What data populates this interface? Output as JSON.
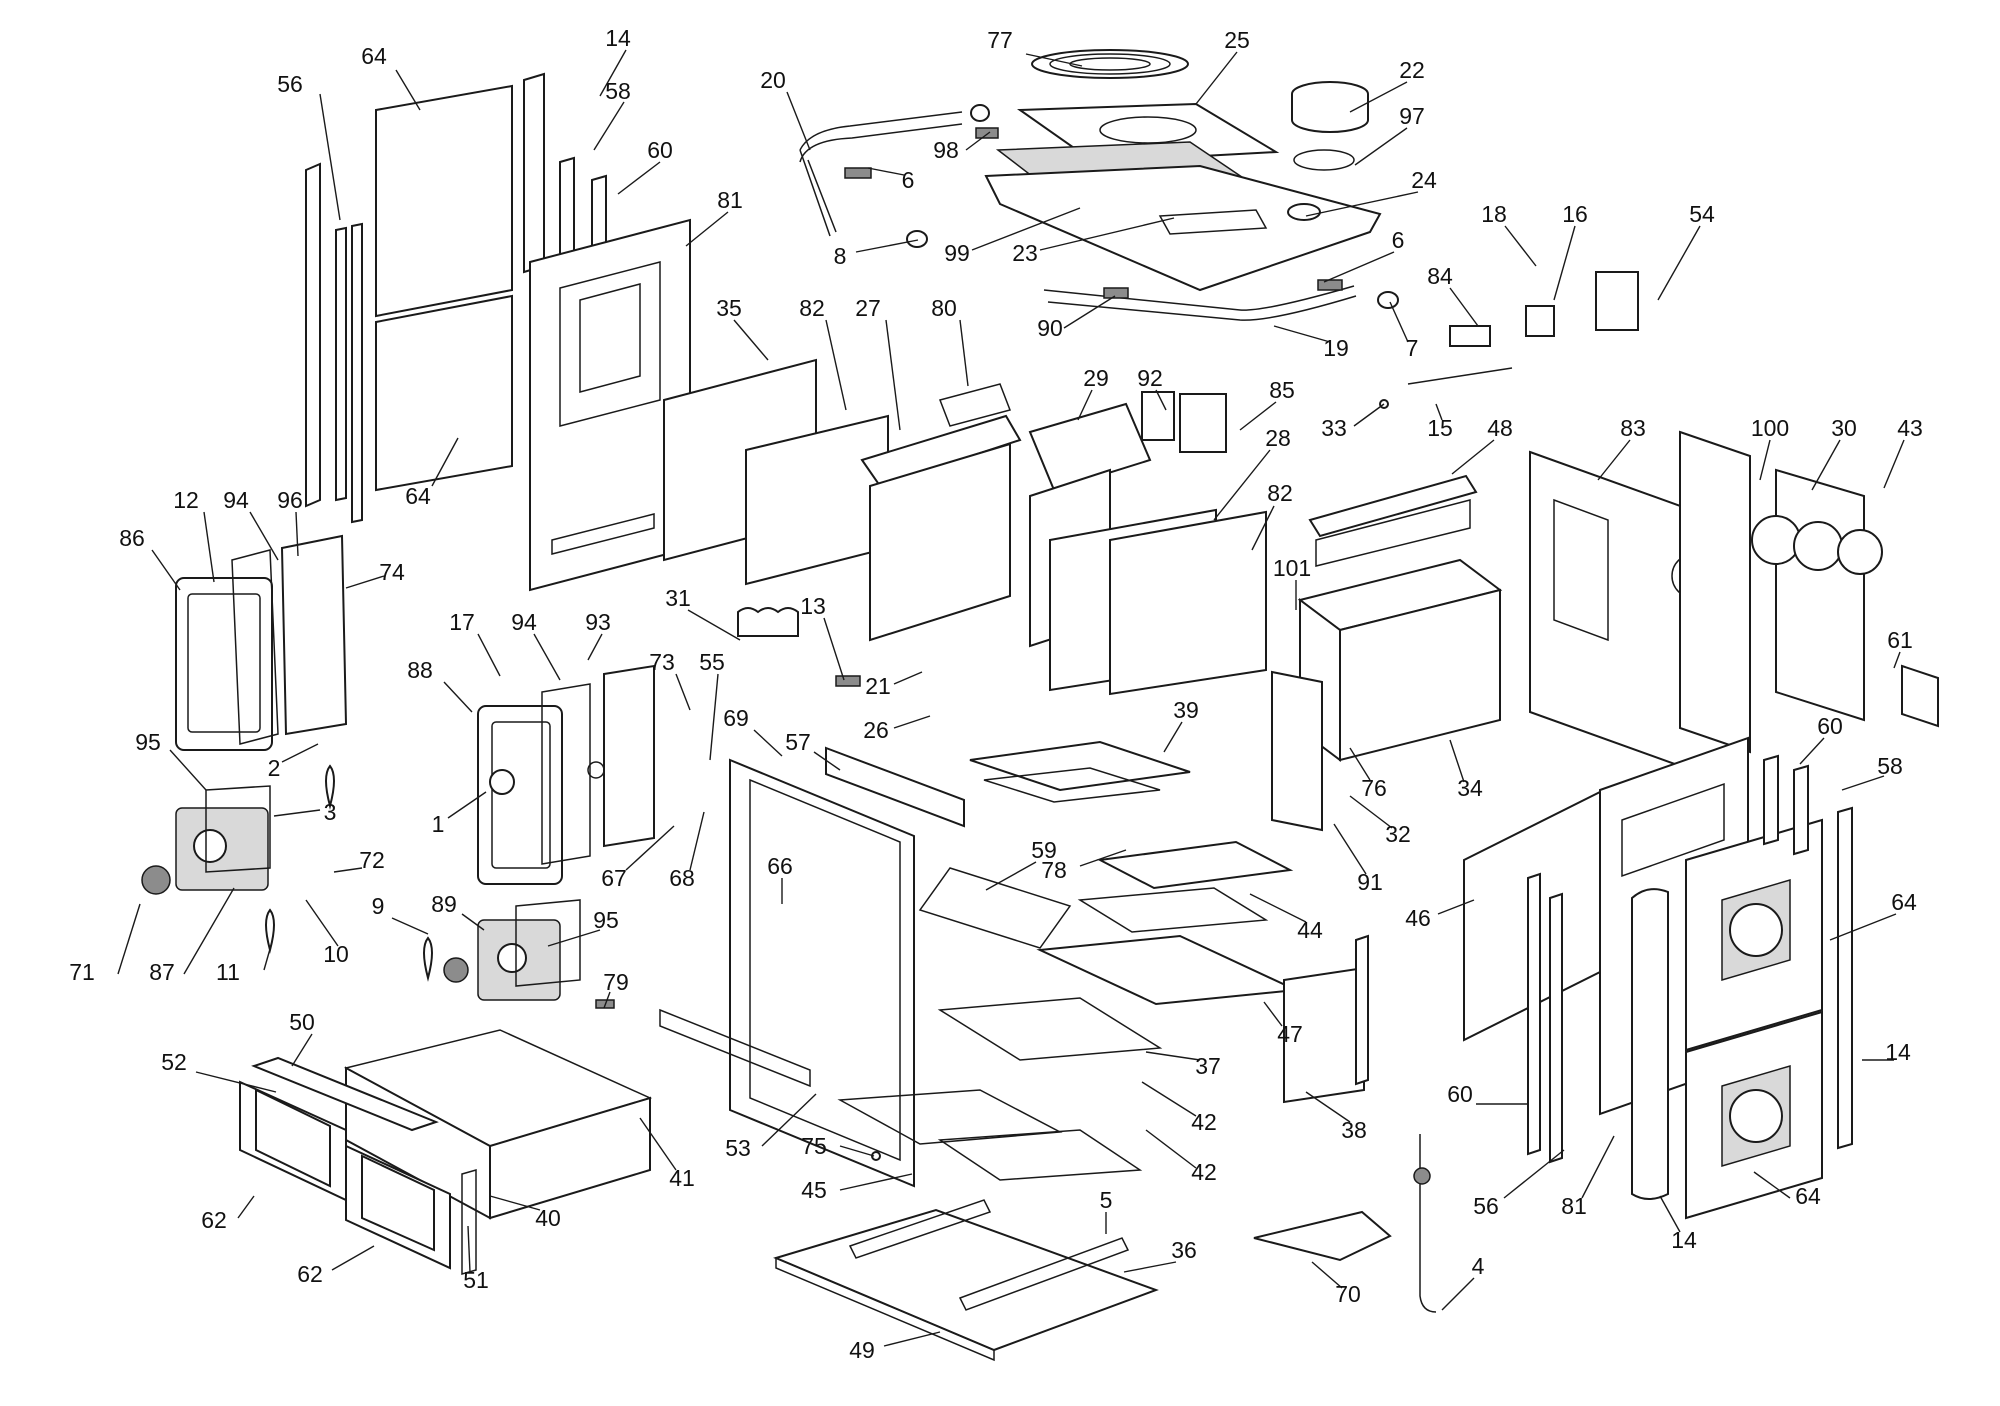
{
  "callouts": [
    {
      "n": "77",
      "t": [
        1000,
        42
      ],
      "l": [
        1026,
        54,
        1082,
        66
      ]
    },
    {
      "n": "25",
      "t": [
        1237,
        42
      ],
      "l": [
        1237,
        52,
        1196,
        104
      ]
    },
    {
      "n": "22",
      "t": [
        1412,
        72
      ],
      "l": [
        1407,
        82,
        1350,
        112
      ]
    },
    {
      "n": "97",
      "t": [
        1412,
        118
      ],
      "l": [
        1407,
        128,
        1355,
        165
      ]
    },
    {
      "n": "20",
      "t": [
        773,
        82
      ],
      "l": [
        787,
        92,
        810,
        150
      ]
    },
    {
      "n": "98",
      "t": [
        946,
        152
      ],
      "l": [
        966,
        150,
        990,
        132
      ]
    },
    {
      "n": "6",
      "t": [
        908,
        182
      ],
      "l": [
        904,
        175,
        868,
        168
      ]
    },
    {
      "n": "24",
      "t": [
        1424,
        182
      ],
      "l": [
        1418,
        192,
        1306,
        216
      ]
    },
    {
      "n": "8",
      "t": [
        840,
        258
      ],
      "l": [
        856,
        252,
        918,
        240
      ]
    },
    {
      "n": "99",
      "t": [
        957,
        255
      ],
      "l": [
        972,
        250,
        1080,
        208
      ]
    },
    {
      "n": "23",
      "t": [
        1025,
        255
      ],
      "l": [
        1040,
        250,
        1174,
        218
      ]
    },
    {
      "n": "6",
      "t": [
        1398,
        242
      ],
      "l": [
        1394,
        252,
        1324,
        282
      ]
    },
    {
      "n": "18",
      "t": [
        1494,
        216
      ],
      "l": [
        1505,
        226,
        1536,
        266
      ]
    },
    {
      "n": "16",
      "t": [
        1575,
        216
      ],
      "l": [
        1575,
        226,
        1554,
        300
      ]
    },
    {
      "n": "54",
      "t": [
        1702,
        216
      ],
      "l": [
        1700,
        226,
        1658,
        300
      ]
    },
    {
      "n": "84",
      "t": [
        1440,
        278
      ],
      "l": [
        1450,
        288,
        1478,
        326
      ]
    },
    {
      "n": "90",
      "t": [
        1050,
        330
      ],
      "l": [
        1064,
        328,
        1115,
        296
      ]
    },
    {
      "n": "7",
      "t": [
        1412,
        350
      ],
      "l": [
        1408,
        342,
        1390,
        302
      ]
    },
    {
      "n": "19",
      "t": [
        1336,
        350
      ],
      "l": [
        1330,
        342,
        1274,
        326
      ]
    },
    {
      "n": "92",
      "t": [
        1150,
        380
      ],
      "l": [
        1156,
        390,
        1166,
        410
      ]
    },
    {
      "n": "85",
      "t": [
        1282,
        392
      ],
      "l": [
        1276,
        402,
        1240,
        430
      ]
    },
    {
      "n": "33",
      "t": [
        1334,
        430
      ],
      "l": [
        1354,
        426,
        1384,
        404
      ]
    },
    {
      "n": "15",
      "t": [
        1440,
        430
      ],
      "l": [
        1442,
        420,
        1436,
        404
      ]
    },
    {
      "n": "48",
      "t": [
        1500,
        430
      ],
      "l": [
        1494,
        440,
        1452,
        474
      ]
    },
    {
      "n": "83",
      "t": [
        1633,
        430
      ],
      "l": [
        1630,
        440,
        1598,
        480
      ]
    },
    {
      "n": "100",
      "t": [
        1770,
        430
      ],
      "l": [
        1770,
        440,
        1760,
        480
      ]
    },
    {
      "n": "30",
      "t": [
        1844,
        430
      ],
      "l": [
        1840,
        440,
        1812,
        490
      ]
    },
    {
      "n": "43",
      "t": [
        1910,
        430
      ],
      "l": [
        1904,
        440,
        1884,
        488
      ]
    },
    {
      "n": "56",
      "t": [
        290,
        86
      ],
      "l": [
        320,
        94,
        340,
        220
      ]
    },
    {
      "n": "64",
      "t": [
        374,
        58
      ],
      "l": [
        396,
        70,
        420,
        110
      ]
    },
    {
      "n": "14",
      "t": [
        618,
        40
      ],
      "l": [
        626,
        50,
        600,
        96
      ]
    },
    {
      "n": "58",
      "t": [
        618,
        93
      ],
      "l": [
        624,
        102,
        594,
        150
      ]
    },
    {
      "n": "60",
      "t": [
        660,
        152
      ],
      "l": [
        660,
        162,
        618,
        194
      ]
    },
    {
      "n": "81",
      "t": [
        730,
        202
      ],
      "l": [
        728,
        212,
        686,
        246
      ]
    },
    {
      "n": "64",
      "t": [
        418,
        498
      ],
      "l": [
        432,
        486,
        458,
        438
      ]
    },
    {
      "n": "35",
      "t": [
        729,
        310
      ],
      "l": [
        734,
        320,
        768,
        360
      ]
    },
    {
      "n": "82",
      "t": [
        812,
        310
      ],
      "l": [
        826,
        320,
        846,
        410
      ]
    },
    {
      "n": "27",
      "t": [
        868,
        310
      ],
      "l": [
        886,
        320,
        900,
        430
      ]
    },
    {
      "n": "80",
      "t": [
        944,
        310
      ],
      "l": [
        960,
        320,
        968,
        386
      ]
    },
    {
      "n": "29",
      "t": [
        1096,
        380
      ],
      "l": [
        1092,
        390,
        1078,
        420
      ]
    },
    {
      "n": "28",
      "t": [
        1278,
        440
      ],
      "l": [
        1270,
        450,
        1214,
        520
      ]
    },
    {
      "n": "82",
      "t": [
        1280,
        495
      ],
      "l": [
        1274,
        506,
        1252,
        550
      ]
    },
    {
      "n": "101",
      "t": [
        1292,
        570
      ],
      "l": [
        1296,
        580,
        1296,
        610
      ]
    },
    {
      "n": "12",
      "t": [
        186,
        502
      ],
      "l": [
        204,
        512,
        214,
        582
      ]
    },
    {
      "n": "94",
      "t": [
        236,
        502
      ],
      "l": [
        250,
        512,
        278,
        560
      ]
    },
    {
      "n": "96",
      "t": [
        290,
        502
      ],
      "l": [
        296,
        512,
        298,
        556
      ]
    },
    {
      "n": "86",
      "t": [
        132,
        540
      ],
      "l": [
        152,
        550,
        180,
        590
      ]
    },
    {
      "n": "74",
      "t": [
        392,
        574
      ],
      "l": [
        384,
        576,
        346,
        588
      ]
    },
    {
      "n": "31",
      "t": [
        678,
        600
      ],
      "l": [
        688,
        610,
        740,
        640
      ]
    },
    {
      "n": "13",
      "t": [
        813,
        608
      ],
      "l": [
        824,
        618,
        844,
        680
      ]
    },
    {
      "n": "21",
      "t": [
        878,
        688
      ],
      "l": [
        894,
        684,
        922,
        672
      ]
    },
    {
      "n": "17",
      "t": [
        462,
        624
      ],
      "l": [
        478,
        634,
        500,
        676
      ]
    },
    {
      "n": "94",
      "t": [
        524,
        624
      ],
      "l": [
        534,
        634,
        560,
        680
      ]
    },
    {
      "n": "93",
      "t": [
        598,
        624
      ],
      "l": [
        602,
        634,
        588,
        660
      ]
    },
    {
      "n": "73",
      "t": [
        662,
        664
      ],
      "l": [
        676,
        674,
        690,
        710
      ]
    },
    {
      "n": "55",
      "t": [
        712,
        664
      ],
      "l": [
        718,
        674,
        710,
        760
      ]
    },
    {
      "n": "88",
      "t": [
        420,
        672
      ],
      "l": [
        444,
        682,
        472,
        712
      ]
    },
    {
      "n": "26",
      "t": [
        876,
        732
      ],
      "l": [
        894,
        728,
        930,
        716
      ]
    },
    {
      "n": "39",
      "t": [
        1186,
        712
      ],
      "l": [
        1182,
        722,
        1164,
        752
      ]
    },
    {
      "n": "34",
      "t": [
        1470,
        790
      ],
      "l": [
        1464,
        782,
        1450,
        740
      ]
    },
    {
      "n": "76",
      "t": [
        1374,
        790
      ],
      "l": [
        1370,
        780,
        1350,
        748
      ]
    },
    {
      "n": "61",
      "t": [
        1900,
        642
      ],
      "l": [
        1900,
        652,
        1894,
        668
      ]
    },
    {
      "n": "69",
      "t": [
        736,
        720
      ],
      "l": [
        754,
        730,
        782,
        756
      ]
    },
    {
      "n": "57",
      "t": [
        798,
        744
      ],
      "l": [
        814,
        752,
        840,
        770
      ]
    },
    {
      "n": "60",
      "t": [
        1830,
        728
      ],
      "l": [
        1824,
        738,
        1800,
        764
      ]
    },
    {
      "n": "58",
      "t": [
        1890,
        768
      ],
      "l": [
        1884,
        776,
        1842,
        790
      ]
    },
    {
      "n": "2",
      "t": [
        274,
        770
      ],
      "l": [
        282,
        762,
        318,
        744
      ]
    },
    {
      "n": "95",
      "t": [
        148,
        744
      ],
      "l": [
        170,
        750,
        206,
        790
      ]
    },
    {
      "n": "3",
      "t": [
        330,
        814
      ],
      "l": [
        320,
        810,
        274,
        816
      ]
    },
    {
      "n": "67",
      "t": [
        614,
        880
      ],
      "l": [
        626,
        870,
        674,
        826
      ]
    },
    {
      "n": "68",
      "t": [
        682,
        880
      ],
      "l": [
        690,
        870,
        704,
        812
      ]
    },
    {
      "n": "66",
      "t": [
        780,
        868
      ],
      "l": [
        782,
        878,
        782,
        904
      ]
    },
    {
      "n": "32",
      "t": [
        1398,
        836
      ],
      "l": [
        1392,
        828,
        1350,
        796
      ]
    },
    {
      "n": "1",
      "t": [
        438,
        826
      ],
      "l": [
        448,
        818,
        486,
        792
      ]
    },
    {
      "n": "72",
      "t": [
        372,
        862
      ],
      "l": [
        362,
        868,
        334,
        872
      ]
    },
    {
      "n": "78",
      "t": [
        1054,
        872
      ],
      "l": [
        1080,
        866,
        1126,
        850
      ]
    },
    {
      "n": "59",
      "t": [
        1044,
        852
      ],
      "l": [
        1036,
        862,
        986,
        890
      ]
    },
    {
      "n": "91",
      "t": [
        1370,
        884
      ],
      "l": [
        1366,
        874,
        1334,
        824
      ]
    },
    {
      "n": "46",
      "t": [
        1418,
        920
      ],
      "l": [
        1438,
        914,
        1474,
        900
      ]
    },
    {
      "n": "64",
      "t": [
        1904,
        904
      ],
      "l": [
        1896,
        914,
        1830,
        940
      ]
    },
    {
      "n": "9",
      "t": [
        378,
        908
      ],
      "l": [
        392,
        918,
        428,
        934
      ]
    },
    {
      "n": "89",
      "t": [
        444,
        906
      ],
      "l": [
        462,
        914,
        484,
        930
      ]
    },
    {
      "n": "95",
      "t": [
        606,
        922
      ],
      "l": [
        600,
        930,
        548,
        946
      ]
    },
    {
      "n": "44",
      "t": [
        1310,
        932
      ],
      "l": [
        1306,
        922,
        1250,
        894
      ]
    },
    {
      "n": "10",
      "t": [
        336,
        956
      ],
      "l": [
        338,
        946,
        306,
        900
      ]
    },
    {
      "n": "71",
      "t": [
        82,
        974
      ],
      "l": [
        118,
        974,
        140,
        904
      ]
    },
    {
      "n": "87",
      "t": [
        162,
        974
      ],
      "l": [
        184,
        974,
        234,
        888
      ]
    },
    {
      "n": "11",
      "t": [
        228,
        974
      ],
      "l": [
        264,
        970,
        272,
        942
      ]
    },
    {
      "n": "79",
      "t": [
        616,
        984
      ],
      "l": [
        610,
        992,
        604,
        1008
      ]
    },
    {
      "n": "47",
      "t": [
        1290,
        1036
      ],
      "l": [
        1282,
        1026,
        1264,
        1002
      ]
    },
    {
      "n": "60",
      "t": [
        1460,
        1096
      ],
      "l": [
        1476,
        1104,
        1528,
        1104
      ]
    },
    {
      "n": "14",
      "t": [
        1898,
        1054
      ],
      "l": [
        1894,
        1060,
        1862,
        1060
      ]
    },
    {
      "n": "50",
      "t": [
        302,
        1024
      ],
      "l": [
        312,
        1034,
        292,
        1066
      ]
    },
    {
      "n": "52",
      "t": [
        174,
        1064
      ],
      "l": [
        196,
        1072,
        276,
        1092
      ]
    },
    {
      "n": "37",
      "t": [
        1208,
        1068
      ],
      "l": [
        1200,
        1060,
        1146,
        1052
      ]
    },
    {
      "n": "42",
      "t": [
        1204,
        1124
      ],
      "l": [
        1196,
        1116,
        1142,
        1082
      ]
    },
    {
      "n": "38",
      "t": [
        1354,
        1132
      ],
      "l": [
        1350,
        1122,
        1306,
        1092
      ]
    },
    {
      "n": "53",
      "t": [
        738,
        1150
      ],
      "l": [
        762,
        1146,
        816,
        1094
      ]
    },
    {
      "n": "75",
      "t": [
        814,
        1148
      ],
      "l": [
        840,
        1146,
        874,
        1156
      ]
    },
    {
      "n": "41",
      "t": [
        682,
        1180
      ],
      "l": [
        676,
        1170,
        640,
        1118
      ]
    },
    {
      "n": "42",
      "t": [
        1204,
        1174
      ],
      "l": [
        1196,
        1168,
        1146,
        1130
      ]
    },
    {
      "n": "45",
      "t": [
        814,
        1192
      ],
      "l": [
        840,
        1190,
        912,
        1174
      ]
    },
    {
      "n": "40",
      "t": [
        548,
        1220
      ],
      "l": [
        540,
        1210,
        490,
        1196
      ]
    },
    {
      "n": "81",
      "t": [
        1574,
        1208
      ],
      "l": [
        1582,
        1198,
        1614,
        1136
      ]
    },
    {
      "n": "56",
      "t": [
        1486,
        1208
      ],
      "l": [
        1504,
        1198,
        1564,
        1150
      ]
    },
    {
      "n": "14",
      "t": [
        1684,
        1242
      ],
      "l": [
        1680,
        1232,
        1660,
        1196
      ]
    },
    {
      "n": "64",
      "t": [
        1808,
        1198
      ],
      "l": [
        1790,
        1198,
        1754,
        1172
      ]
    },
    {
      "n": "5",
      "t": [
        1106,
        1202
      ],
      "l": [
        1106,
        1212,
        1106,
        1234
      ]
    },
    {
      "n": "62",
      "t": [
        214,
        1222
      ],
      "l": [
        238,
        1218,
        254,
        1196
      ]
    },
    {
      "n": "62",
      "t": [
        310,
        1276
      ],
      "l": [
        332,
        1270,
        374,
        1246
      ]
    },
    {
      "n": "36",
      "t": [
        1184,
        1252
      ],
      "l": [
        1176,
        1262,
        1124,
        1272
      ]
    },
    {
      "n": "51",
      "t": [
        476,
        1282
      ],
      "l": [
        470,
        1272,
        468,
        1226
      ]
    },
    {
      "n": "4",
      "t": [
        1478,
        1268
      ],
      "l": [
        1474,
        1278,
        1442,
        1310
      ]
    },
    {
      "n": "70",
      "t": [
        1348,
        1296
      ],
      "l": [
        1342,
        1288,
        1312,
        1262
      ]
    },
    {
      "n": "49",
      "t": [
        862,
        1352
      ],
      "l": [
        884,
        1346,
        940,
        1332
      ]
    }
  ]
}
